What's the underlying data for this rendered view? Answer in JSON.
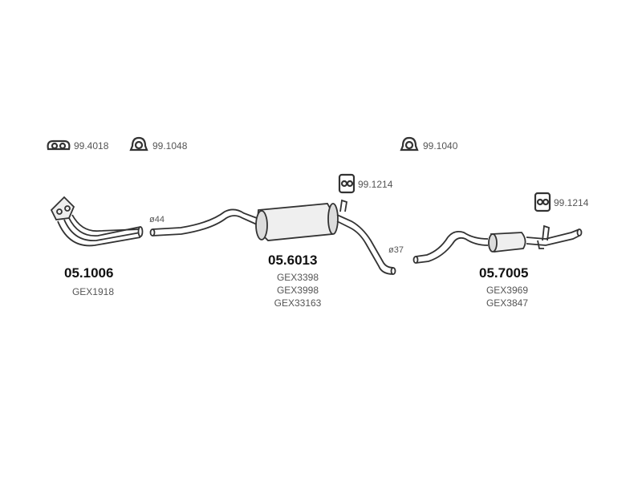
{
  "clamps": {
    "c1": "99.4018",
    "c2": "99.1048",
    "c3": "99.1040"
  },
  "hangers": {
    "h1": "99.1214",
    "h2": "99.1214"
  },
  "diameters": {
    "d1": "ø44",
    "d2": "ø37"
  },
  "parts": {
    "front": {
      "number": "05.1006",
      "refs": [
        "GEX1918"
      ]
    },
    "middle": {
      "number": "05.6013",
      "refs": [
        "GEX3398",
        "GEX3998",
        "GEX33163"
      ]
    },
    "rear": {
      "number": "05.7005",
      "refs": [
        "GEX3969",
        "GEX3847"
      ]
    }
  }
}
